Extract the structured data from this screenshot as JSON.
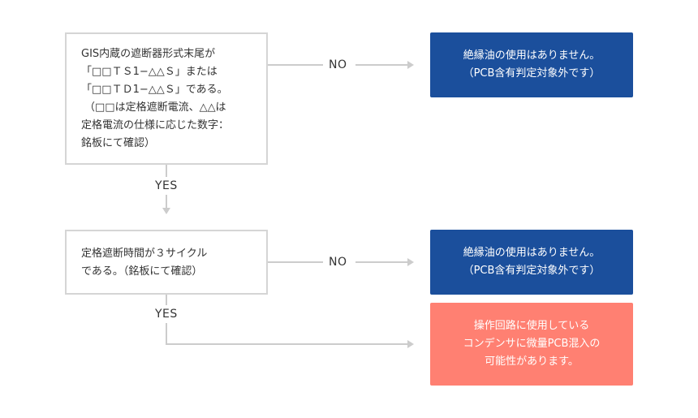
{
  "colors": {
    "connector": "#cccccc",
    "question_border": "#d5d5d5",
    "result_blue": "#1b4f9c",
    "result_salmon": "#ff8072"
  },
  "question1": {
    "lines": [
      "GIS内蔵の遮断器形式末尾が",
      "「□□ＴＳ1−△△Ｓ」または",
      "「□□ＴＤ1−△△Ｓ」である。",
      "（□□は定格遮断電流、△△は",
      "定格電流の仕様に応じた数字：",
      "銘板にて確認）"
    ]
  },
  "question2": {
    "lines": [
      "定格遮断時間が３サイクル",
      "である。（銘板にて確認）"
    ]
  },
  "result_no_pcb_1": {
    "lines": [
      "絶縁油の使用はありません。",
      "（PCB含有判定対象外です）"
    ]
  },
  "result_no_pcb_2": {
    "lines": [
      "絶縁油の使用はありません。",
      "（PCB含有判定対象外です）"
    ]
  },
  "result_possible_pcb": {
    "lines": [
      "操作回路に使用している",
      "コンデンサに微量PCB混入の",
      "可能性があります。"
    ]
  },
  "labels": {
    "q1_no": "NO",
    "q1_yes": "YES",
    "q2_no": "NO",
    "q2_yes": "YES"
  }
}
